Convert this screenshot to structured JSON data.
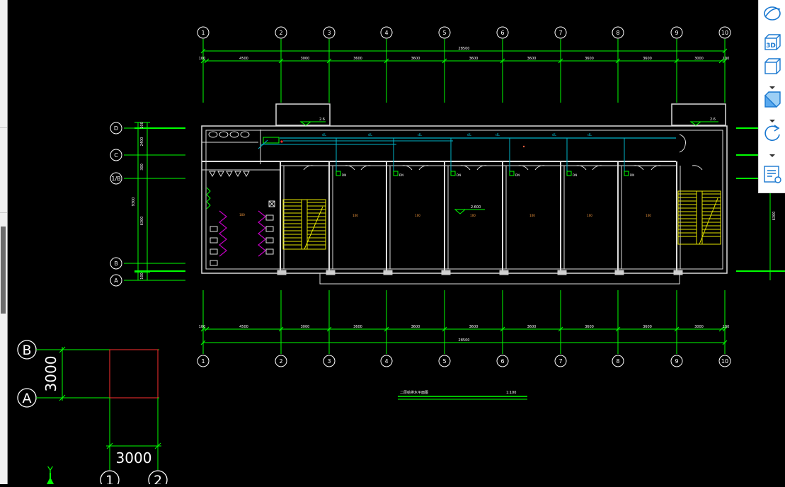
{
  "colors": {
    "background": "#000000",
    "axis_lines": "#00ff00",
    "walls": "#dcdcdc",
    "pipes": "#00b4c8",
    "stairs": "#e6e600",
    "fixtures": "#c000c0",
    "hatch": "#ffa040",
    "grid_box": "#ff3030",
    "toolbar_icon": "#1a78d0"
  },
  "drawing": {
    "axes_top": [
      "1",
      "2",
      "3",
      "4",
      "5",
      "6",
      "7",
      "8",
      "9",
      "10"
    ],
    "axes_bottom": [
      "1",
      "2",
      "3",
      "4",
      "5",
      "6",
      "7",
      "8",
      "9",
      "10"
    ],
    "axes_left": [
      "D",
      "C",
      "1/B",
      "B",
      "A"
    ],
    "dims_top": [
      "100",
      "4500",
      "3000",
      "3600",
      "3600",
      "3600",
      "3600",
      "3600",
      "3600",
      "3000",
      "100"
    ],
    "dims_bottom": [
      "100",
      "4500",
      "3000",
      "3600",
      "3600",
      "3600",
      "3600",
      "3600",
      "3600",
      "3000",
      "100"
    ],
    "dim_total_top": "28500",
    "dim_total_bottom": "28500",
    "dims_left": [
      "100",
      "2400",
      "300",
      "6300",
      "9300",
      "100"
    ],
    "dims_right": [
      "6300"
    ],
    "level_tag_right": "2.6",
    "level_tag_left": "2.6",
    "level_center": "2.600",
    "pipe_label": "dL",
    "valve_label": "DN",
    "room_mark": "100",
    "title_label": "二层给排水平面图",
    "scale_label": "1:100"
  },
  "ucs": {
    "row_top": "B",
    "row_bottom": "A",
    "col_left": "1",
    "col_right": "2",
    "dim_vertical": "3000",
    "dim_horizontal": "3000",
    "y_axis": "Y"
  },
  "toolbar": {
    "items": [
      {
        "name": "orbit-icon",
        "label": ""
      },
      {
        "name": "3d-view-icon",
        "label": "3D"
      },
      {
        "name": "wireframe-cube-icon",
        "label": ""
      },
      {
        "name": "shaded-cube-icon",
        "label": ""
      },
      {
        "name": "rotate-icon",
        "label": ""
      },
      {
        "name": "properties-list-icon",
        "label": ""
      }
    ]
  }
}
